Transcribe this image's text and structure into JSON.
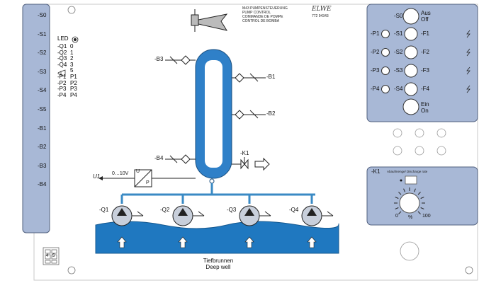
{
  "header": {
    "model_line": "M43  PUMPENSTEUERUNG",
    "lines": [
      "PUMP CONTROL",
      "COMMANDE DE POMPE",
      "CONTROL DE BOMBA"
    ],
    "brand": "ELWE",
    "article": "772 94343"
  },
  "left_strip": {
    "labels": [
      "-S0",
      "-S1",
      "-S2",
      "-S3",
      "-S4",
      "-S5",
      "-B1",
      "-B2",
      "-B3",
      "-B4"
    ]
  },
  "legend": {
    "title": "LED",
    "rows": [
      {
        "key": "-Q1",
        "val": "0"
      },
      {
        "key": "-Q2",
        "val": "1"
      },
      {
        "key": "-Q3",
        "val": "2"
      },
      {
        "key": "-Q4",
        "val": "3"
      },
      {
        "key": "",
        "val": "5"
      },
      {
        "key": "-P1",
        "val": "P1"
      },
      {
        "key": "-P2",
        "val": "P2"
      },
      {
        "key": "-P3",
        "val": "P3"
      },
      {
        "key": "-P4",
        "val": "P4"
      }
    ]
  },
  "diagram": {
    "b3": "-B3",
    "b4": "-B4",
    "b1": "-B1",
    "b2": "-B2",
    "k1": "-K1",
    "u1": "U1",
    "range": "0…10V",
    "u": "U",
    "p": "P",
    "pumps": [
      "-Q1",
      "-Q2",
      "-Q3",
      "-Q4"
    ],
    "well_de": "Tiefbrunnen",
    "well_en": "Deep well",
    "box_nums": [
      "4",
      "5"
    ]
  },
  "right_panel": {
    "s0": "-S0",
    "aus": "Aus",
    "off": "Off",
    "rows": [
      {
        "p": "-P1",
        "s": "-S1",
        "f": "-F1"
      },
      {
        "p": "-P2",
        "s": "-S2",
        "f": "-F2"
      },
      {
        "p": "-P3",
        "s": "-S3",
        "f": "-F3"
      },
      {
        "p": "-P4",
        "s": "-S4",
        "f": "-F4"
      }
    ],
    "ein": "Ein",
    "on": "On"
  },
  "k1_panel": {
    "title": "-K1",
    "subtitle": "Abaufmenge/ Discharge rate",
    "scale_min": "0",
    "scale_unit": "%",
    "scale_max": "100"
  },
  "colors": {
    "panel_blue": "#a8b8d6",
    "tank_blue": "#2f80c8",
    "water_blue": "#1f78c0",
    "pipe": "#3a8ac4"
  }
}
